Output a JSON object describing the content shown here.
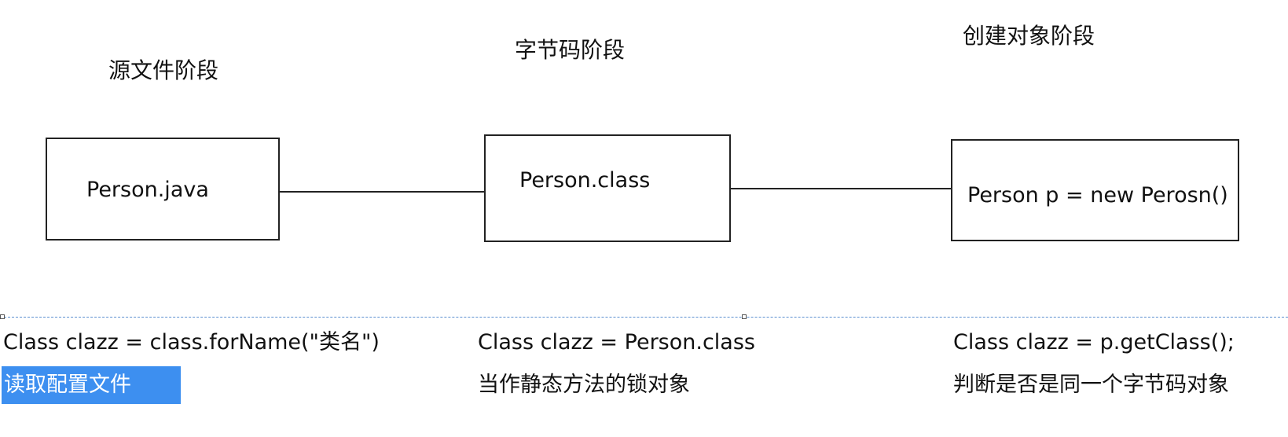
{
  "stages": [
    {
      "label": "源文件阶段",
      "box_text": "Person.java",
      "code": "Class clazz = class.forName(\"类名\")",
      "note": "读取配置文件"
    },
    {
      "label": "字节码阶段",
      "box_text": "Person.class",
      "code": "Class clazz = Person.class",
      "note": "当作静态方法的锁对象"
    },
    {
      "label": "创建对象阶段",
      "box_text": "Person p = new Perosn()",
      "code": "Class clazz = p.getClass();",
      "note": "判断是否是同一个字节码对象"
    }
  ],
  "colors": {
    "selection_highlight": "#3d8ff0",
    "separator": "#5b8fd0"
  }
}
